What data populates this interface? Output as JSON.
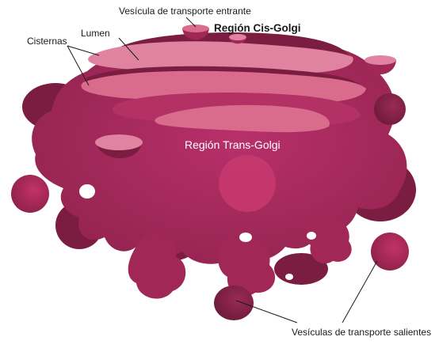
{
  "labels": {
    "vesicle_incoming": "Vesícula de transporte entrante",
    "cis_region": "Región Cis-Golgi",
    "lumen": "Lumen",
    "cisternae": "Cisternas",
    "trans_region": "Región Trans-Golgi",
    "vesicles_outgoing": "Vesículas de transporte salientes"
  },
  "colors": {
    "body": "#a8295a",
    "body_dark": "#7a1d40",
    "body_deep": "#6b1a38",
    "cisterna_light": "#d96b8c",
    "cisterna_pale": "#e083a0",
    "highlight": "#c83a70"
  }
}
